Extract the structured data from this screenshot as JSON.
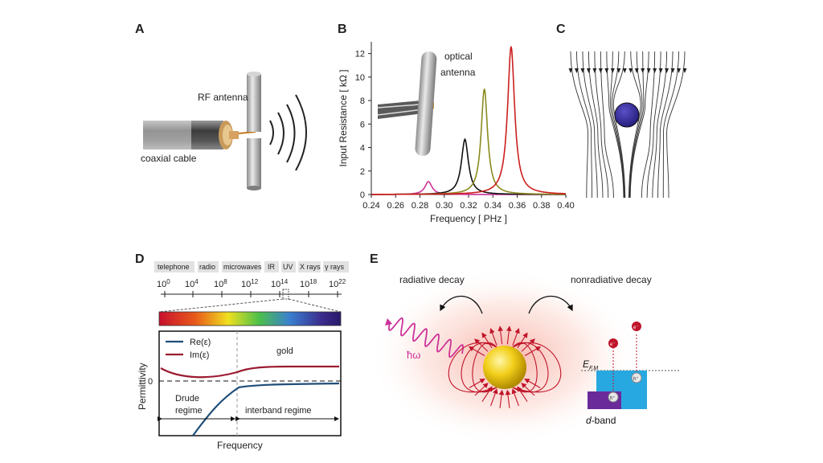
{
  "panels": {
    "a": {
      "letter": "A",
      "rf_antenna": "RF antenna",
      "coax": "coaxial cable"
    },
    "b": {
      "letter": "B",
      "optical_1": "optical",
      "optical_2": "antenna",
      "chart_data": {
        "type": "line",
        "xlabel": "Frequency [ PHz ]",
        "ylabel": "Input Resistance [ kΩ ]",
        "xlim": [
          0.24,
          0.4
        ],
        "ylim": [
          0,
          13
        ],
        "xticks": [
          "0.24",
          "0.26",
          "0.28",
          "0.30",
          "0.32",
          "0.34",
          "0.36",
          "0.38",
          "0.40"
        ],
        "yticks": [
          "0",
          "2",
          "4",
          "6",
          "8",
          "10",
          "12"
        ],
        "grid": false,
        "series": [
          {
            "color": "#cc3399",
            "peak_x": 0.287,
            "peak_y": 1.1,
            "width": 0.0035
          },
          {
            "color": "#111111",
            "peak_x": 0.317,
            "peak_y": 4.7,
            "width": 0.0035
          },
          {
            "color": "#8a8a1e",
            "peak_x": 0.333,
            "peak_y": 9.0,
            "width": 0.0032
          },
          {
            "color": "#cc1f1f",
            "peak_x": 0.355,
            "peak_y": 12.6,
            "width": 0.0035
          }
        ]
      }
    },
    "c": {
      "letter": "C"
    },
    "d": {
      "letter": "D",
      "bands": [
        "telephone",
        "radio",
        "microwaves",
        "IR",
        "UV",
        "X rays",
        "γ rays"
      ],
      "scale_base": [
        "10",
        "10",
        "10",
        "10",
        "10",
        "10",
        "10"
      ],
      "scale_exp": [
        "0",
        "4",
        "8",
        "12",
        "14",
        "18",
        "22"
      ],
      "legend_re": "Re(ε)",
      "legend_im": "Im(ε)",
      "gold": "gold",
      "zero": "0",
      "drude_1": "Drude",
      "drude_2": "regime",
      "interband": "interband regime",
      "ylabel": "Permittivity",
      "xlabel": "Frequency",
      "colors": {
        "re": "#1f4e79",
        "im": "#9b1b30"
      }
    },
    "e": {
      "letter": "E",
      "radiative": "radiative decay",
      "nonradiative": "nonradiative decay",
      "hw": "ħω",
      "efm_main": "E",
      "efm_sub": "F,M",
      "dband_d": "d",
      "dband_rest": "-band",
      "electron": "e⁻",
      "hole": "h⁺"
    }
  }
}
